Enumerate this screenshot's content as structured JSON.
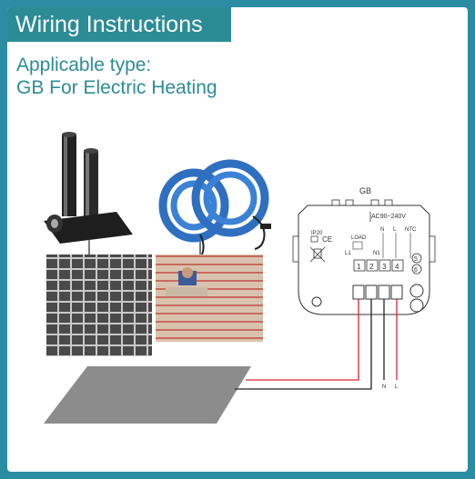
{
  "header": {
    "title": "Wiring Instructions"
  },
  "subtitle": {
    "line1": "Applicable type:",
    "line2": "GB For Electric Heating"
  },
  "thermostat": {
    "model": "GB",
    "voltage": "AC90~240V",
    "rating": "IP20",
    "ce_mark": "CE",
    "load_label": "LOAD",
    "terminal_l1": "L1",
    "terminal_n1": "N1",
    "n_label": "N",
    "l_label": "L",
    "ntc_label": "NTC",
    "terminals": [
      "1",
      "2",
      "3",
      "4"
    ],
    "sensor_terminals": [
      "5",
      "6"
    ]
  },
  "wiring": {
    "n_wire_label": "N",
    "l_wire_label": "L"
  },
  "colors": {
    "background": "#2b8ca4",
    "accent": "#2c8c95",
    "red_wire": "#d9232d",
    "black_wire": "#222222",
    "cable_blue": "#2f6fc0"
  },
  "icons": [
    "heating-film-roll",
    "heating-cable-coil",
    "weee-bin-icon",
    "ce-mark-icon"
  ]
}
